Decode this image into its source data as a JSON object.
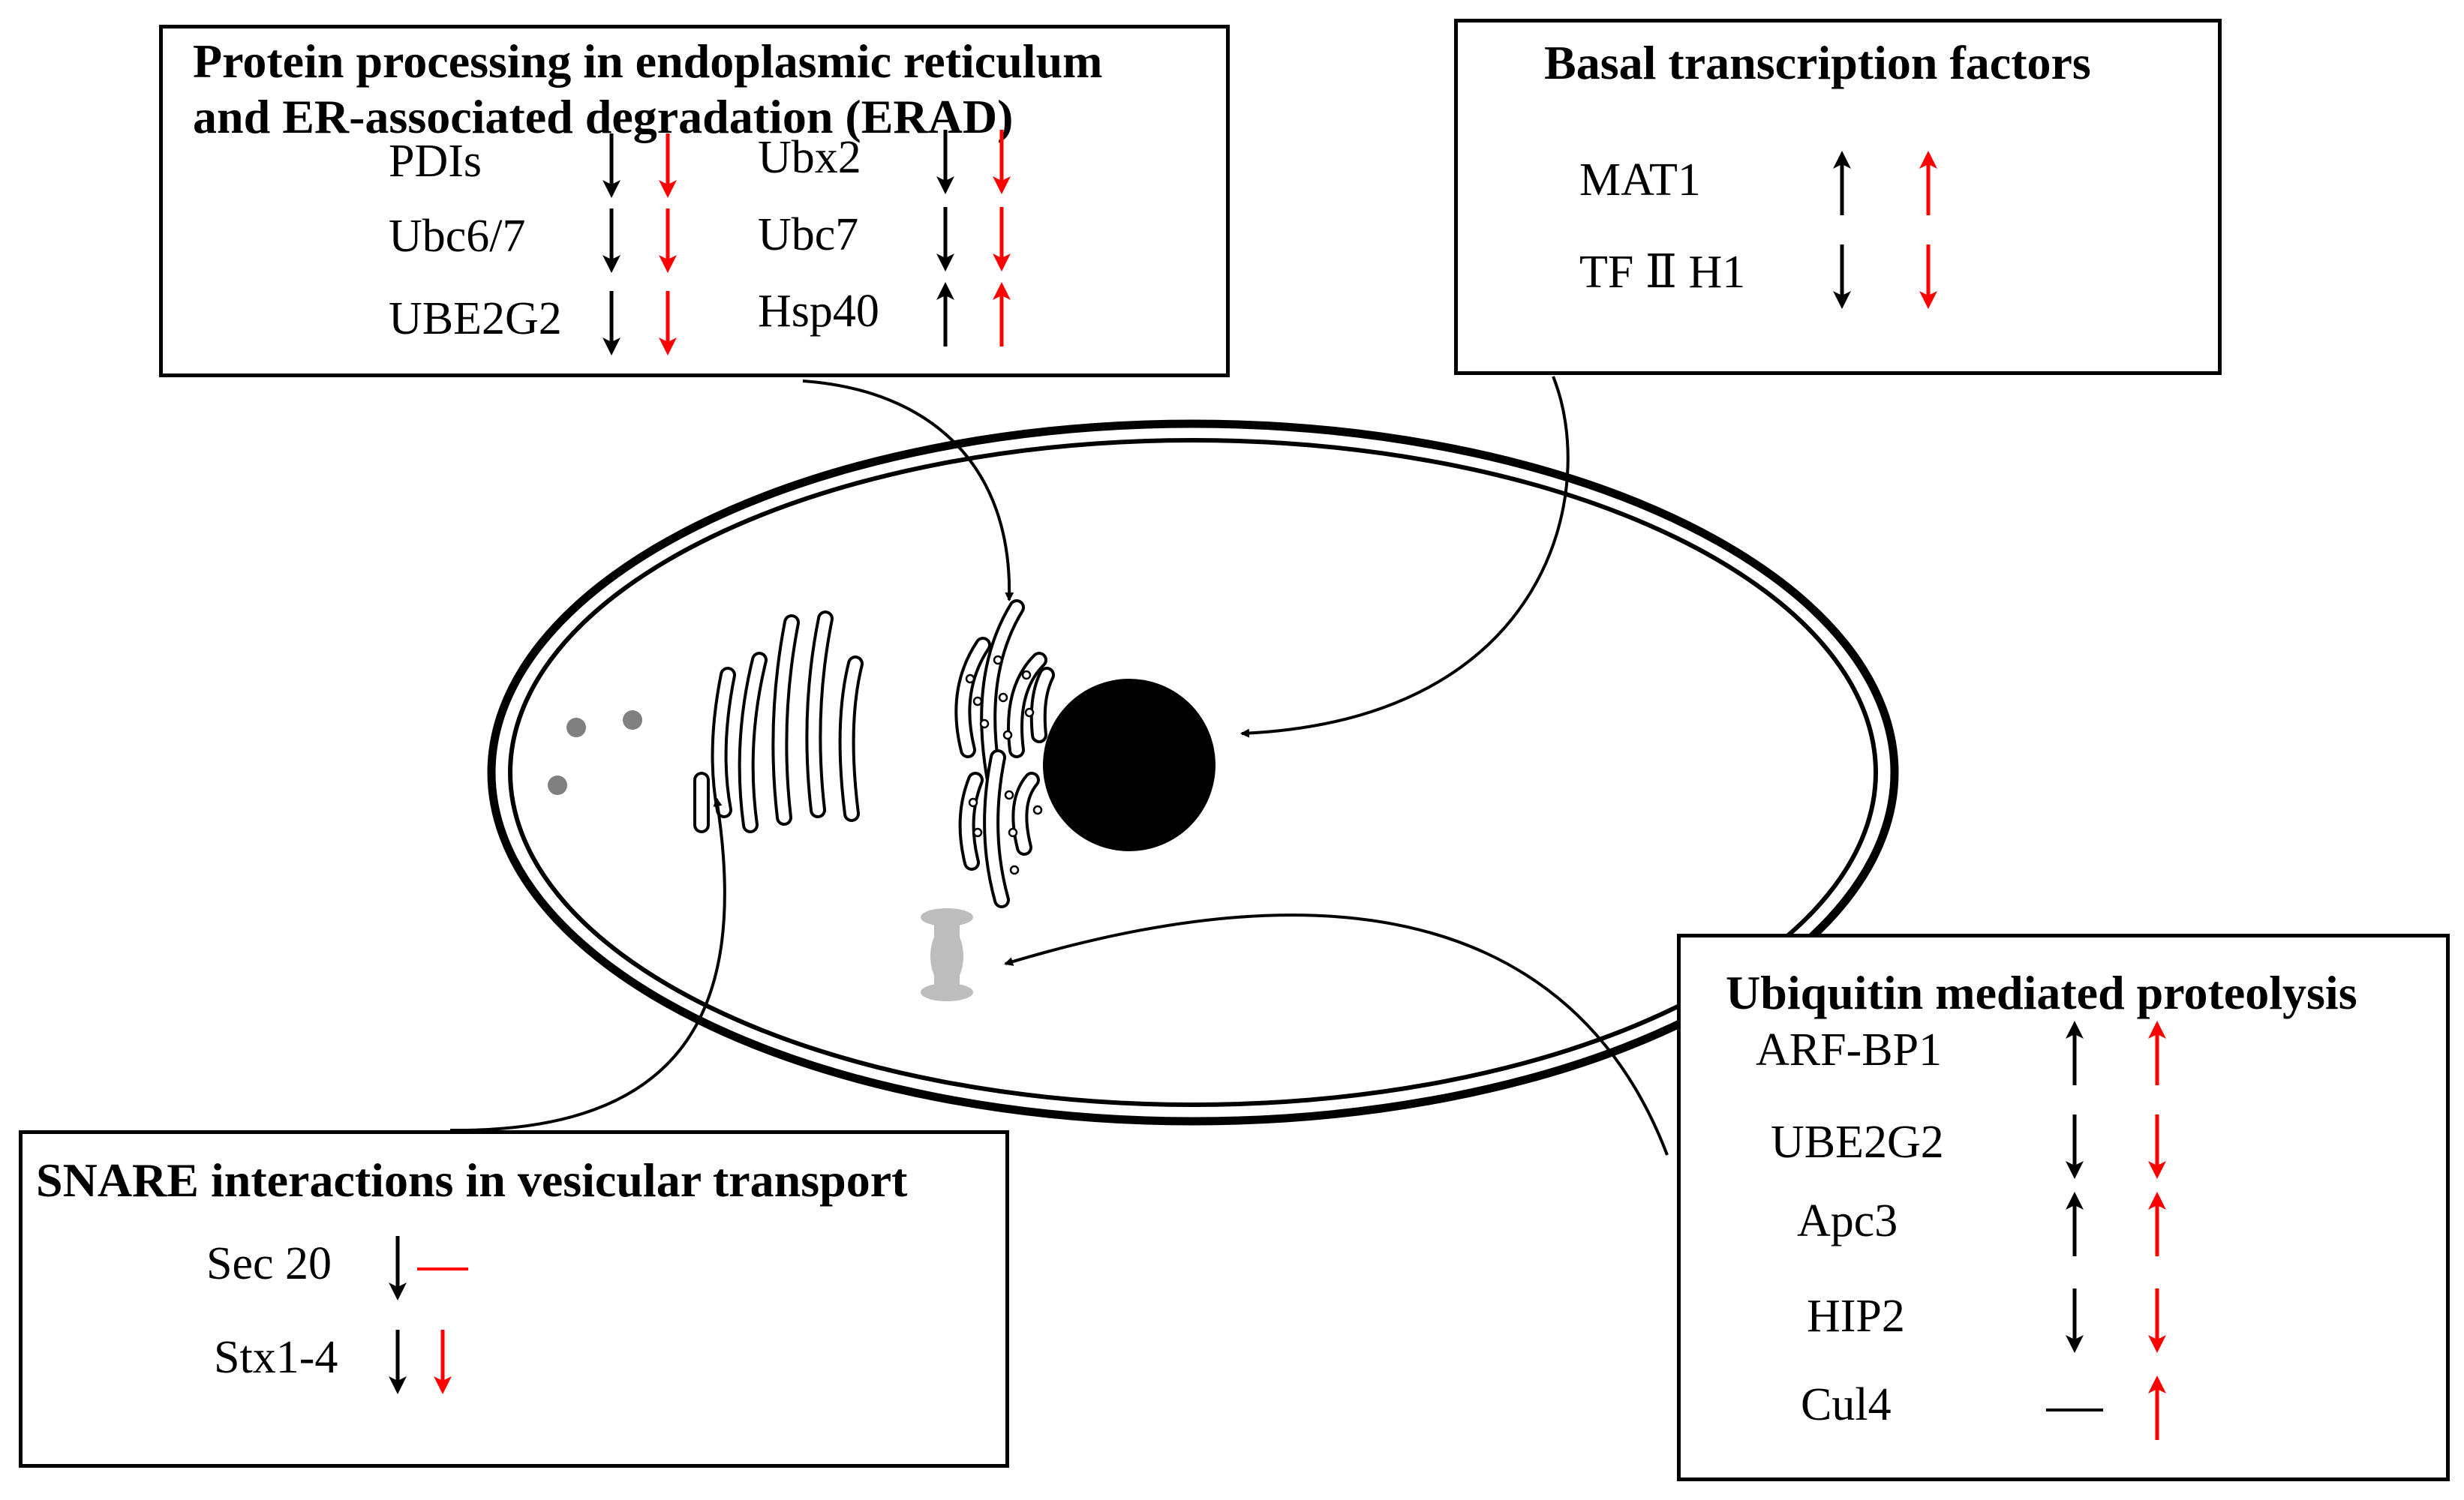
{
  "panels": {
    "erad": {
      "title_line1": "Protein processing in endoplasmic reticulum",
      "title_line2": "and ER-associated degradation (ERAD)",
      "genes": [
        {
          "name": "PDIs",
          "black": "down",
          "red": "down"
        },
        {
          "name": "Ubc6/7",
          "black": "down",
          "red": "down"
        },
        {
          "name": "UBE2G2",
          "black": "down",
          "red": "down"
        },
        {
          "name": "Ubx2",
          "black": "down",
          "red": "down"
        },
        {
          "name": "Ubc7",
          "black": "down",
          "red": "down"
        },
        {
          "name": "Hsp40",
          "black": "up",
          "red": "up"
        }
      ]
    },
    "basal": {
      "title": "Basal transcription factors",
      "genes": [
        {
          "name": "MAT1",
          "black": "up",
          "red": "up"
        },
        {
          "name": "TF Ⅱ H1",
          "black": "down",
          "red": "down"
        }
      ]
    },
    "snare": {
      "title": "SNARE interactions in vesicular transport",
      "genes": [
        {
          "name": "Sec 20",
          "black": "down",
          "red": "none"
        },
        {
          "name": "Stx1-4",
          "black": "down",
          "red": "down"
        }
      ]
    },
    "ubiquitin": {
      "title": "Ubiquitin mediated proteolysis",
      "genes": [
        {
          "name": "ARF-BP1",
          "black": "up",
          "red": "up"
        },
        {
          "name": "UBE2G2",
          "black": "down",
          "red": "down"
        },
        {
          "name": "Apc3",
          "black": "up",
          "red": "up"
        },
        {
          "name": "HIP2",
          "black": "down",
          "red": "down"
        },
        {
          "name": "Cul4",
          "black": "none",
          "red": "up"
        }
      ]
    }
  },
  "colors": {
    "line": "#000000",
    "red": "#ff0000",
    "organelle_gray": "#808080",
    "proteasome_gray": "#bdbdbd"
  },
  "icons": [
    "up-arrow-icon",
    "down-arrow-icon",
    "no-change-dash-icon"
  ]
}
